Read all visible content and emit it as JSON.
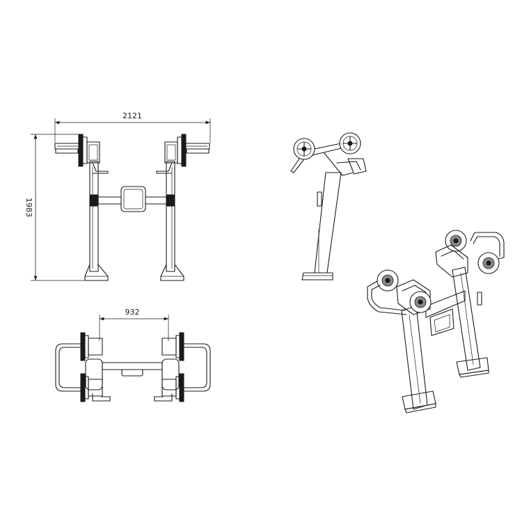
{
  "dimensions": {
    "overall_width": "2121",
    "overall_height": "1983",
    "inner_width": "932"
  },
  "views": [
    "front-view",
    "side-view",
    "top-view",
    "isometric-view"
  ],
  "line_color": "#1a1a1a",
  "background_color": "#ffffff"
}
